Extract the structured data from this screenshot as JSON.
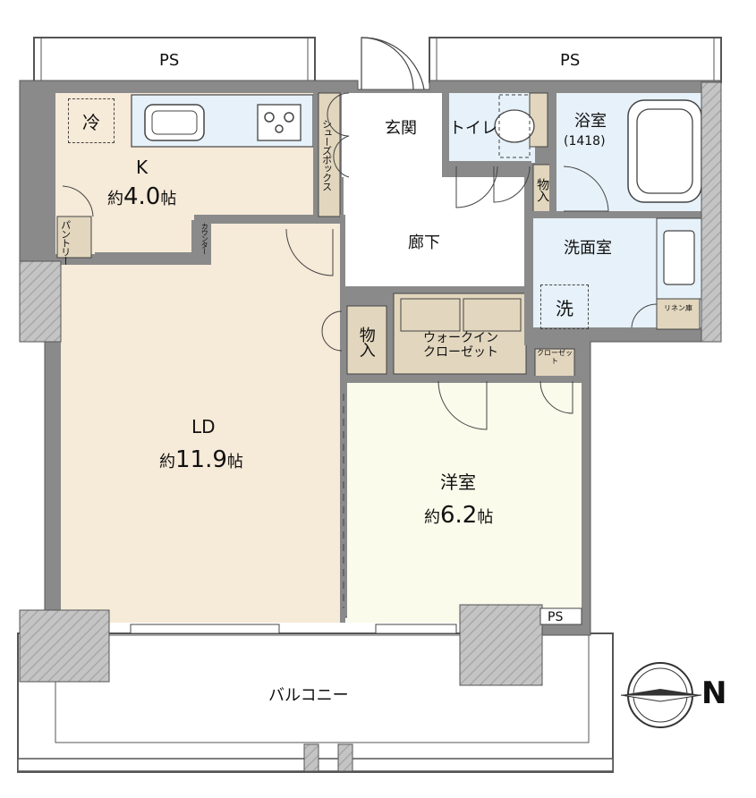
{
  "labels": {
    "ps_left": "PS",
    "ps_right": "PS",
    "ps_small": "PS",
    "entrance": "玄関",
    "toilet": "トイレ",
    "bath": "浴室",
    "bath_size": "(1418)",
    "storage_top": "物入",
    "shoebox": "シューズボックス",
    "kitchen_name": "K",
    "kitchen_prefix": "約",
    "kitchen_size": "4.0",
    "kitchen_unit": "帖",
    "pantry": "パントリー",
    "counter": "カウンター",
    "hallway": "廊下",
    "washroom": "洗面室",
    "linen": "リネン庫",
    "storage_mid": "物入",
    "walkin": "ウォークイン\nクローゼット",
    "closet": "クローゼット",
    "ld_name": "LD",
    "ld_prefix": "約",
    "ld_size": "11.9",
    "ld_unit": "帖",
    "western_name": "洋室",
    "western_prefix": "約",
    "western_size": "6.2",
    "western_unit": "帖",
    "balcony": "バルコニー",
    "compass": "N"
  },
  "icons": {
    "fridge": "冷",
    "washer": "洗"
  },
  "colors": {
    "kitchen_ld": "#f6ead8",
    "western": "#fbfbeb",
    "wet": "#e6f1f9",
    "storage": "#e2d6be",
    "wall": "#8a8a8a",
    "pillar": "#bfbfbf"
  }
}
